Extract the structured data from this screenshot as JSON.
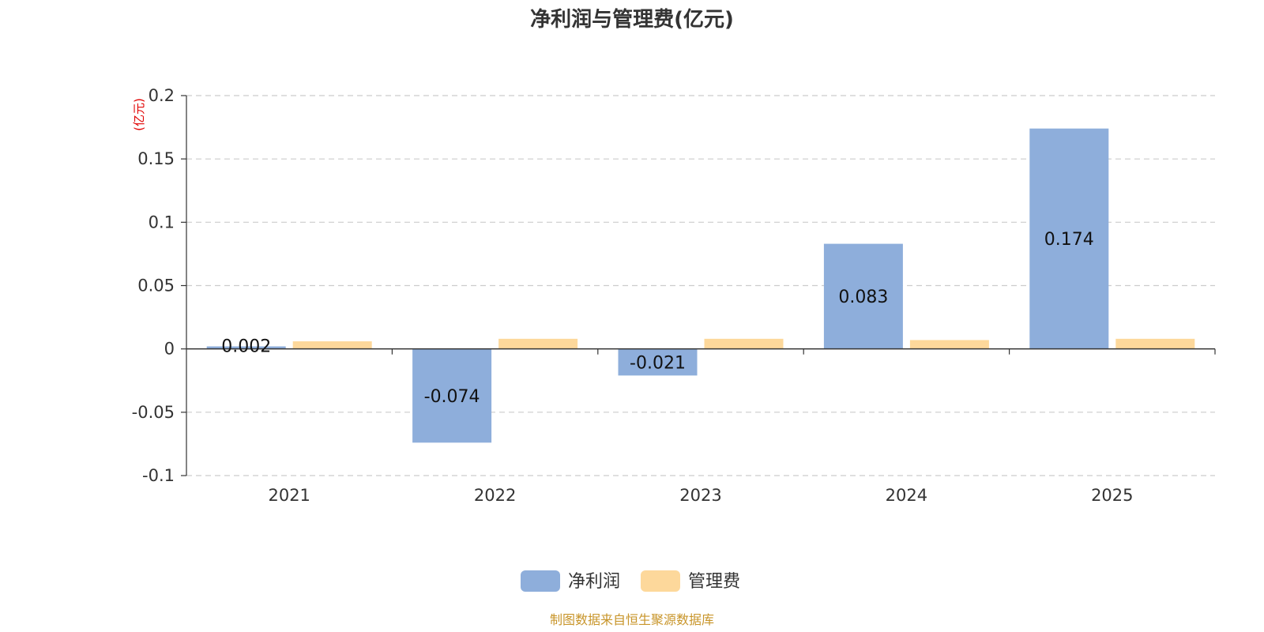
{
  "chart_data": {
    "type": "bar",
    "title": "净利润与管理费(亿元)",
    "unit_label": "(亿元)",
    "categories": [
      "2021",
      "2022",
      "2023",
      "2024",
      "2025"
    ],
    "series": [
      {
        "name": "净利润",
        "values": [
          0.002,
          -0.074,
          -0.021,
          0.083,
          0.174
        ],
        "color": "#8eaedb",
        "show_labels": true
      },
      {
        "name": "管理费",
        "values": [
          0.006,
          0.008,
          0.008,
          0.007,
          0.008
        ],
        "color": "#fdd89b",
        "show_labels": false
      }
    ],
    "data_labels": [
      "0.002",
      "-0.074",
      "-0.021",
      "0.083",
      "0.174"
    ],
    "ylim": [
      -0.1,
      0.2
    ],
    "yticks": [
      0.2,
      0.15,
      0.1,
      0.05,
      0,
      -0.05,
      -0.1
    ],
    "ytick_labels": [
      "0.2",
      "0.15",
      "0.1",
      "0.05",
      "0",
      "-0.05",
      "-0.1"
    ],
    "grid": true,
    "legend_position": "bottom-center"
  },
  "footer": {
    "source": "制图数据来自恒生聚源数据库"
  }
}
